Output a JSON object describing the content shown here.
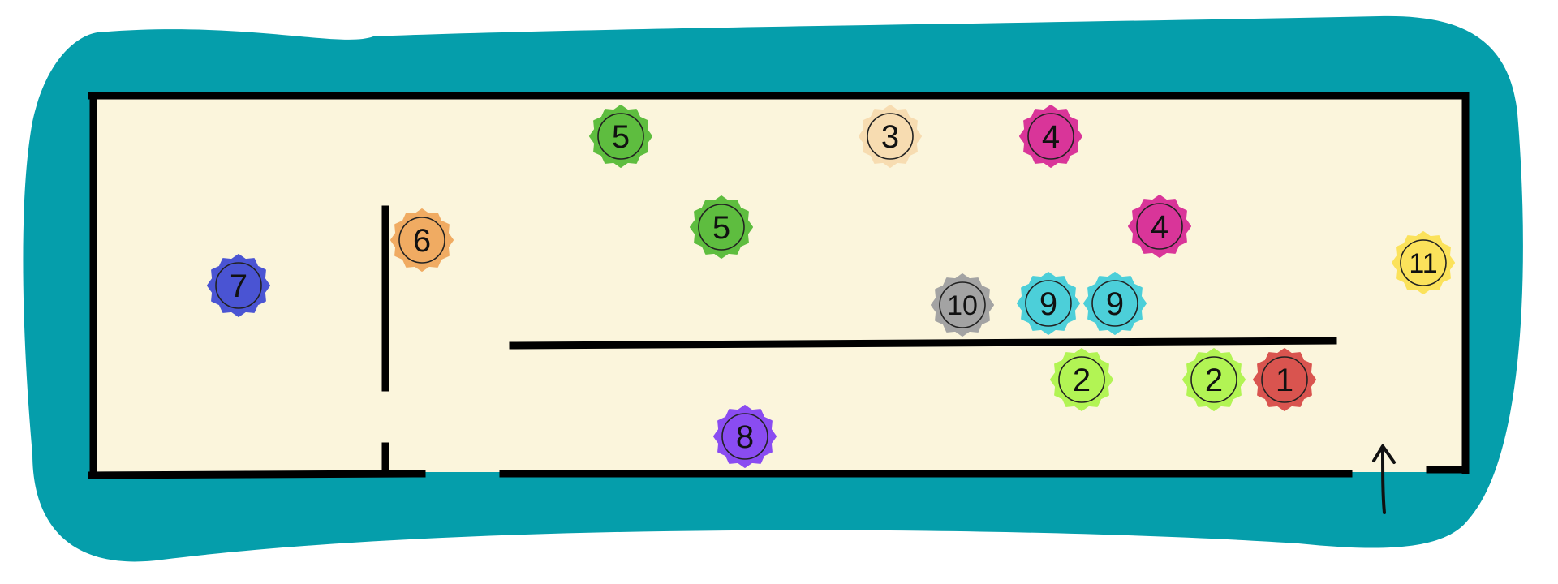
{
  "colors": {
    "water": "#059eab",
    "floor": "#fbf5dc",
    "wall": "#000000"
  },
  "markers": [
    {
      "id": "5",
      "label": "5",
      "color": "#5ebd3f"
    },
    {
      "id": "3",
      "label": "3",
      "color": "#f7dcb1"
    },
    {
      "id": "4",
      "label": "4",
      "color": "#d93599"
    },
    {
      "id": "5b",
      "label": "5",
      "color": "#5ebd3f"
    },
    {
      "id": "4b",
      "label": "4",
      "color": "#d93599"
    },
    {
      "id": "6",
      "label": "6",
      "color": "#f0ab62"
    },
    {
      "id": "7",
      "label": "7",
      "color": "#4a54d3"
    },
    {
      "id": "11",
      "label": "11",
      "color": "#fbe25b"
    },
    {
      "id": "10",
      "label": "10",
      "color": "#a3a3a3"
    },
    {
      "id": "9",
      "label": "9",
      "color": "#4ccfd9"
    },
    {
      "id": "9b",
      "label": "9",
      "color": "#4ccfd9"
    },
    {
      "id": "2",
      "label": "2",
      "color": "#b2f454"
    },
    {
      "id": "2b",
      "label": "2",
      "color": "#b2f454"
    },
    {
      "id": "1",
      "label": "1",
      "color": "#d9544f"
    },
    {
      "id": "8",
      "label": "8",
      "color": "#8a4cf1"
    }
  ],
  "entrance": {
    "icon": "arrow-up-icon"
  }
}
